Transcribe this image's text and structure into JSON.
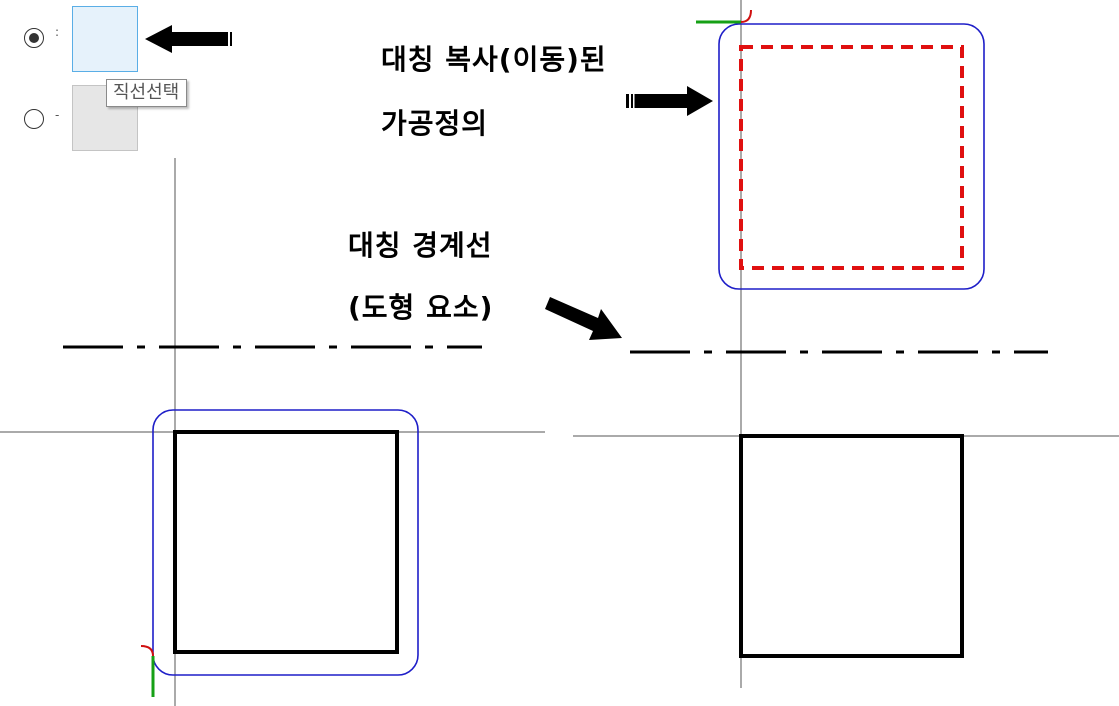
{
  "colors": {
    "outline": "#000000",
    "offset_contour": "#1e1ec8",
    "mirrored_contour": "#e01010",
    "construction_line": "#555555",
    "start_marker_green": "#16a016",
    "start_marker_red": "#d01010"
  },
  "toolbar": {
    "options": [
      {
        "id": "select-line",
        "selected": true,
        "suffix": ":",
        "icon": "line-select-icon"
      },
      {
        "id": "select-path",
        "selected": false,
        "suffix": "-",
        "icon": "path-select-icon"
      }
    ],
    "tooltip": "직선선택"
  },
  "annotations": {
    "mirrored_line1": "대칭 복사(이동)된",
    "mirrored_line2": "가공정의",
    "boundary_line1": "대칭 경계선",
    "boundary_line2": "(도형 요소)"
  }
}
